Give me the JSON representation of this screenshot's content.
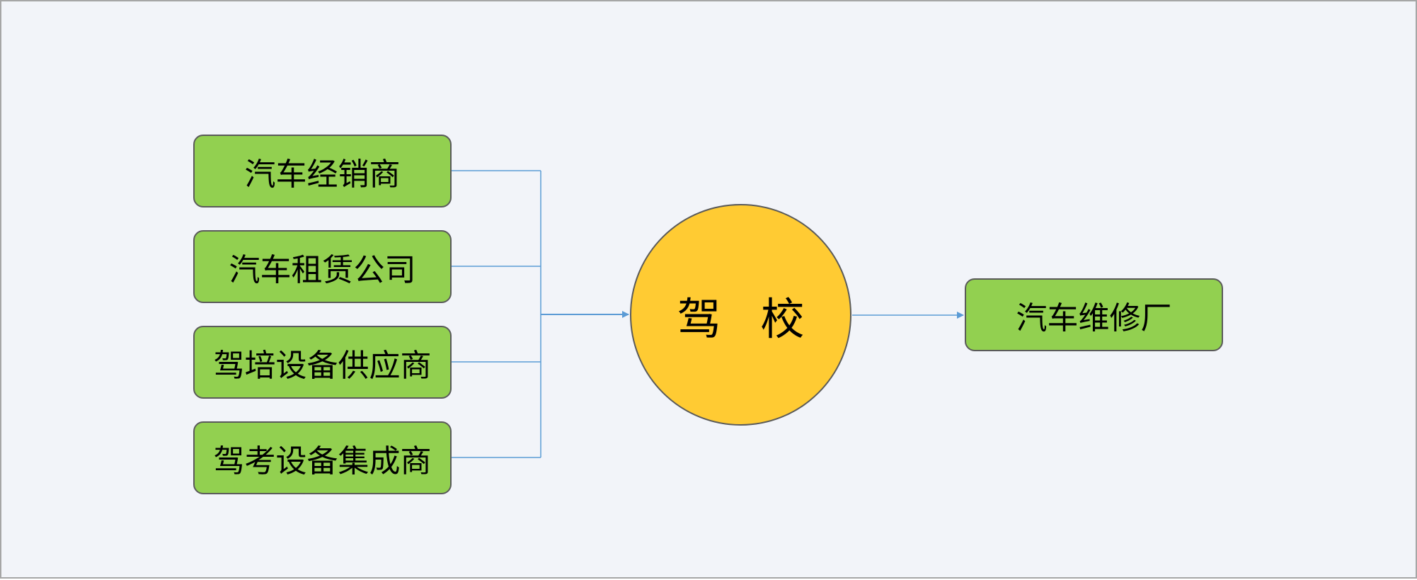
{
  "diagram": {
    "center": {
      "label": "驾 校"
    },
    "suppliers": [
      {
        "label": "汽车经销商"
      },
      {
        "label": "汽车租赁公司"
      },
      {
        "label": "驾培设备供应商"
      },
      {
        "label": "驾考设备集成商"
      }
    ],
    "downstream": [
      {
        "label": "汽车维修厂"
      }
    ]
  },
  "colors": {
    "background": "#f2f4f9",
    "node_fill": "#92d050",
    "center_fill": "#ffcb33",
    "connector": "#5b9bd5",
    "border": "#5a5a5a"
  }
}
